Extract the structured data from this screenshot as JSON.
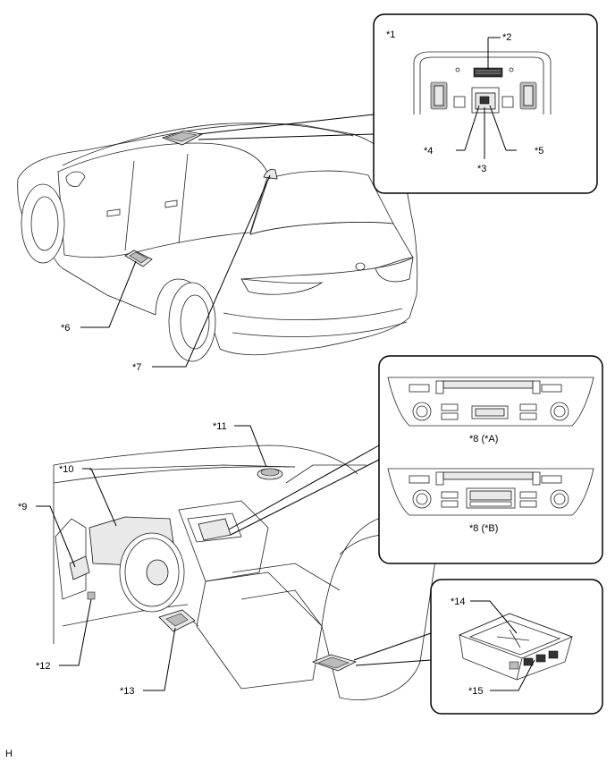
{
  "labels": {
    "c1": "*1",
    "c2": "*2",
    "c3": "*3",
    "c4": "*4",
    "c5": "*5",
    "c6": "*6",
    "c7": "*7",
    "c8a": "*8 (*A)",
    "c8b": "*8 (*B)",
    "c9": "*9",
    "c10": "*10",
    "c11": "*11",
    "c12": "*12",
    "c13": "*13",
    "c14": "*14",
    "c15": "*15"
  },
  "footer_code": "H"
}
